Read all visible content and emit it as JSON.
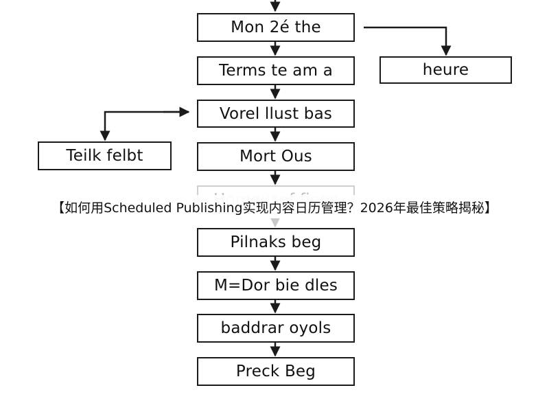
{
  "diagram": {
    "nodes": [
      {
        "id": "n1",
        "label": "Mon 2é the"
      },
      {
        "id": "n2",
        "label": "Terms te am a"
      },
      {
        "id": "n3",
        "label": "heure"
      },
      {
        "id": "n4",
        "label": "Vorel llust bas"
      },
      {
        "id": "n5",
        "label": "Teilk felbt"
      },
      {
        "id": "n6",
        "label": "Mort Ous"
      },
      {
        "id": "n7",
        "label": "Homeusof fions"
      },
      {
        "id": "n8",
        "label": "Pilnaks beg"
      },
      {
        "id": "n9",
        "label": "M=Dor bie dles"
      },
      {
        "id": "n10",
        "label": "baddrar oyols"
      },
      {
        "id": "n11",
        "label": "Preck Beg"
      }
    ],
    "edges": [
      {
        "from": "n1",
        "to": "n2"
      },
      {
        "from": "n1",
        "to": "n3"
      },
      {
        "from": "n2",
        "to": "n4"
      },
      {
        "from": "n4",
        "to": "n5"
      },
      {
        "from": "n4",
        "to": "n6"
      },
      {
        "from": "n6",
        "to": "n7"
      },
      {
        "from": "n7",
        "to": "n8"
      },
      {
        "from": "n8",
        "to": "n9"
      },
      {
        "from": "n9",
        "to": "n10"
      },
      {
        "from": "n10",
        "to": "n11"
      }
    ]
  },
  "caption": "【如何用Scheduled Publishing实现内容日历管理？2026年最佳策略揭秘】",
  "colors": {
    "stroke": "#1a1a1a",
    "faded": "#c8c8c8"
  }
}
